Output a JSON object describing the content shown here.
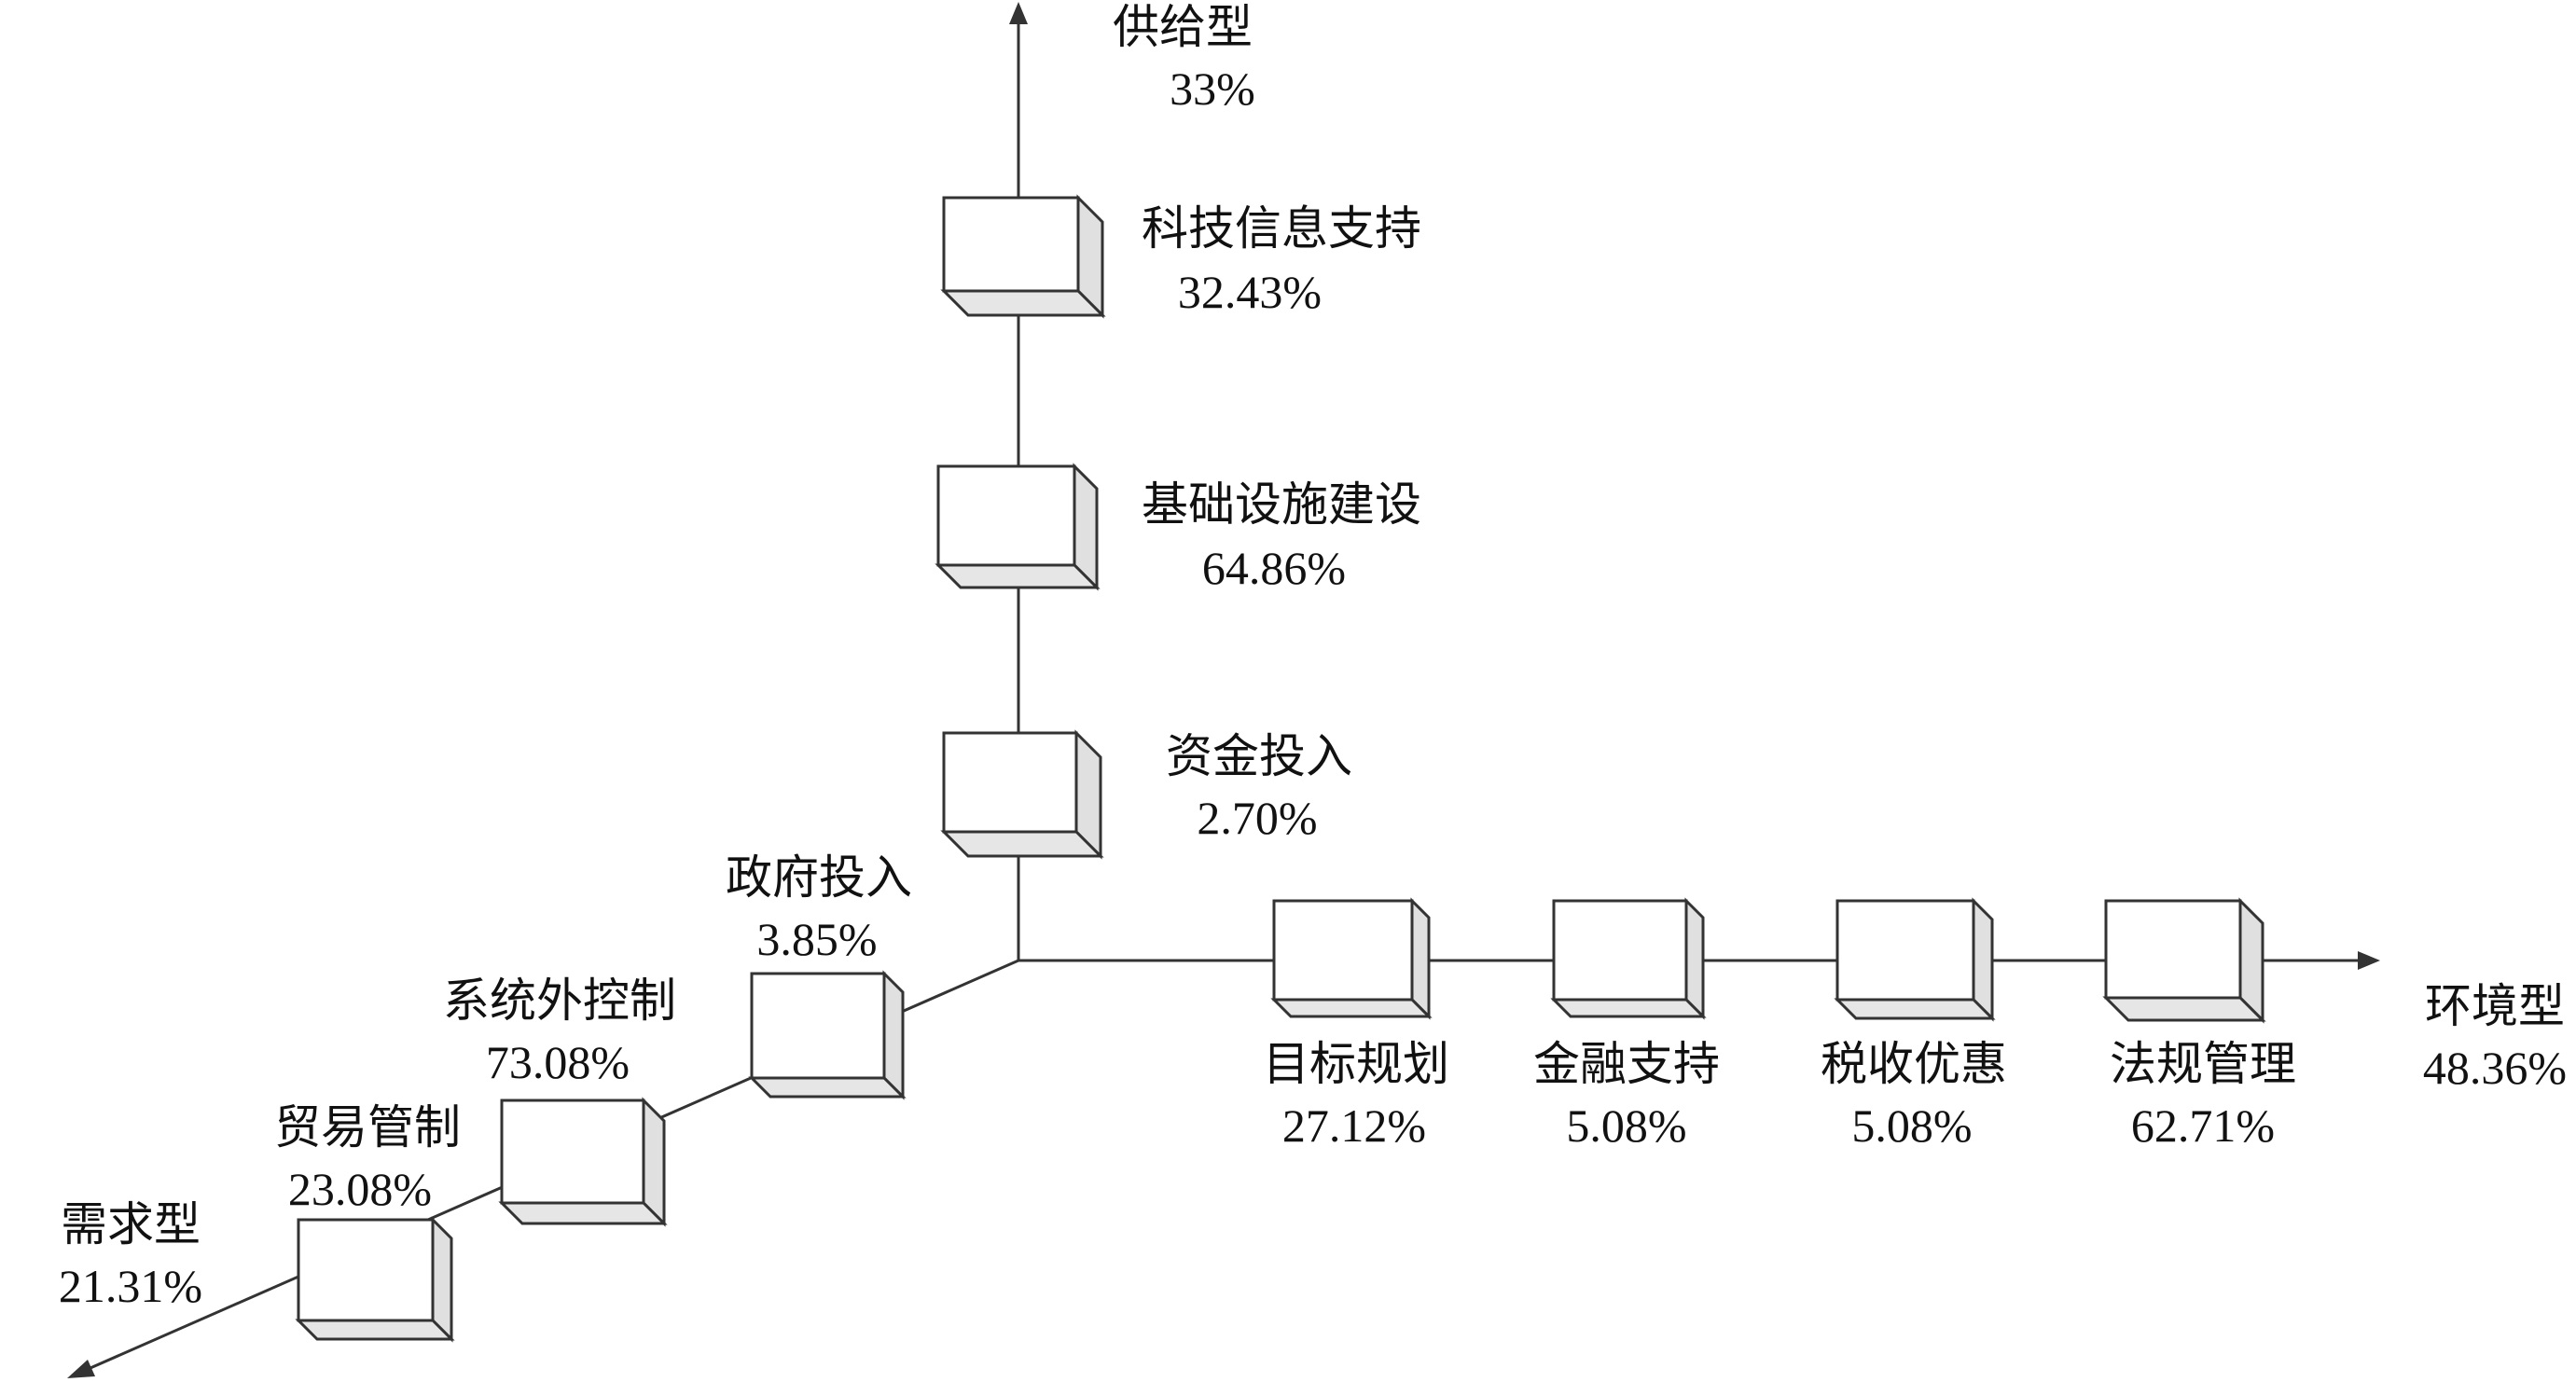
{
  "axes": {
    "supply": {
      "name": "供给型",
      "value": "33%"
    },
    "environment": {
      "name": "环境型",
      "value": "48.36%"
    },
    "demand": {
      "name": "需求型",
      "value": "21.31%"
    }
  },
  "supply_items": [
    {
      "name": "科技信息支持",
      "value": "32.43%"
    },
    {
      "name": "基础设施建设",
      "value": "64.86%"
    },
    {
      "name": "资金投入",
      "value": "2.70%"
    }
  ],
  "environment_items": [
    {
      "name": "目标规划",
      "value": "27.12%"
    },
    {
      "name": "金融支持",
      "value": "5.08%"
    },
    {
      "name": "税收优惠",
      "value": "5.08%"
    },
    {
      "name": "法规管理",
      "value": "62.71%"
    }
  ],
  "demand_items": [
    {
      "name": "政府投入",
      "value": "3.85%"
    },
    {
      "name": "系统外控制",
      "value": "73.08%"
    },
    {
      "name": "贸易管制",
      "value": "23.08%"
    }
  ]
}
